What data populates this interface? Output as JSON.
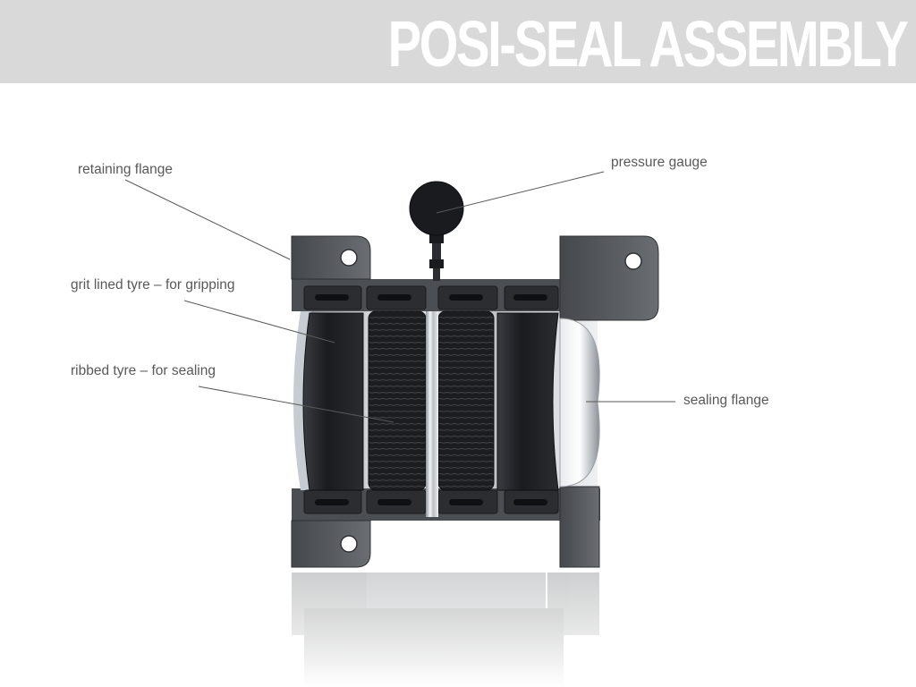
{
  "slide": {
    "title": "POSI-SEAL ASSEMBLY"
  },
  "callouts": {
    "retaining_flange": "retaining flange",
    "pressure_gauge": "pressure gauge",
    "grit_lined_tyre": "grit lined tyre – for gripping",
    "ribbed_tyre": "ribbed tyre – for sealing",
    "sealing_flange": "sealing flange"
  },
  "colors": {
    "header_band": "#d9d9d9",
    "title_text": "#ffffff",
    "callout_text": "#595959",
    "leader_line": "#595959",
    "flange_metal": "#55585c",
    "tyre_black": "#1c1d20"
  }
}
